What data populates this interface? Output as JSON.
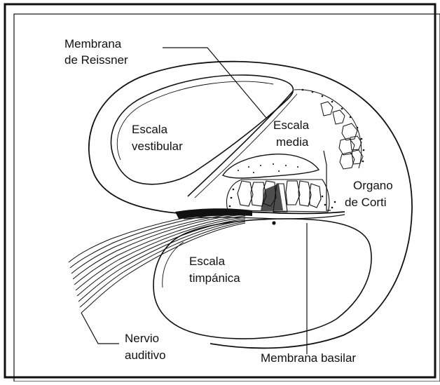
{
  "labels": {
    "reissner_line1": "Membrana",
    "reissner_line2": "de Reissner",
    "vestibular_line1": "Escala",
    "vestibular_line2": "vestibular",
    "media_line1": "Escala",
    "media_line2": "media",
    "corti_line1": "Organo",
    "corti_line2": "de Corti",
    "timpanica_line1": "Escala",
    "timpanica_line2": "timpánica",
    "nervio_line1": "Nervio",
    "nervio_line2": "auditivo",
    "basilar": "Membrana basilar"
  },
  "colors": {
    "ink": "#111111",
    "background": "#ffffff"
  }
}
